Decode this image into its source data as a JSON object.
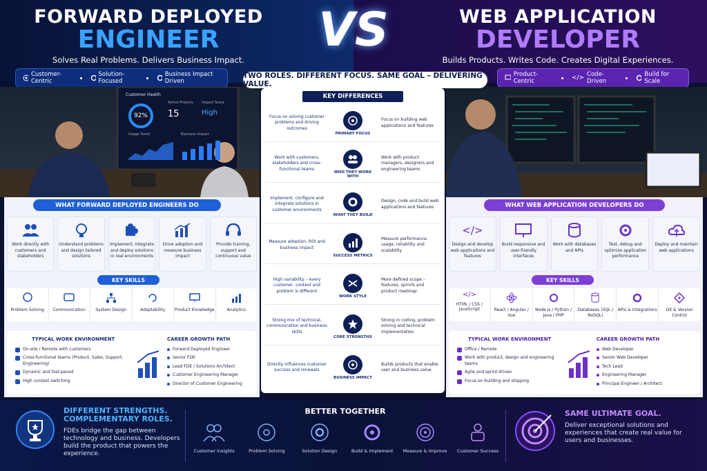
{
  "header": {
    "left_line1": "FORWARD DEPLOYED",
    "left_line2": "ENGINEER",
    "left_tagline": "Solves Real Problems. Delivers Business Impact.",
    "vs": "VS",
    "right_line1": "WEB APPLICATION",
    "right_line2": "DEVELOPER",
    "right_tagline": "Builds Products. Writes Code. Creates Digital Experiences."
  },
  "left_pills": [
    "Customer-Centric",
    "Solution-Focused",
    "Business Impact Driven"
  ],
  "right_pills": [
    "Product-Centric",
    "Code-Driven",
    "Build for Scale"
  ],
  "slogan": "TWO ROLES. DIFFERENT FOCUS. SAME GOAL – DELIVERING VALUE.",
  "dashboard": {
    "customer_health": "Customer Health",
    "health_value": "92%",
    "active_projects_label": "Active Projects",
    "active_projects_value": "15",
    "impact_score_label": "Impact Score",
    "impact_score_value": "High",
    "usage_trend": "Usage Trend",
    "business_impact": "Business Impact"
  },
  "fde": {
    "what_title": "WHAT FORWARD DEPLOYED ENGINEERS DO",
    "cards": [
      {
        "icon": "people-icon",
        "text": "Work directly with customers and stakeholders"
      },
      {
        "icon": "lightbulb-icon",
        "text": "Understand problems and design tailored solutions"
      },
      {
        "icon": "puzzle-icon",
        "text": "Implement, integrate and deploy solutions in real environments"
      },
      {
        "icon": "chart-up-icon",
        "text": "Drive adoption and measure business impact"
      },
      {
        "icon": "headset-icon",
        "text": "Provide training, support and continuous value"
      }
    ],
    "skills_title": "KEY SKILLS",
    "skills": [
      "Problem Solving",
      "Communication",
      "System Design",
      "Adaptability",
      "Product Knowledge",
      "Analytics"
    ],
    "env_title": "TYPICAL WORK ENVIRONMENT",
    "env": [
      "On-site / Remote with customers",
      "Cross-functional teams (Product, Sales, Support, Engineering)",
      "Dynamic and fast-paced",
      "High context switching"
    ],
    "career_title": "CAREER GROWTH PATH",
    "career": [
      "Forward Deployed Engineer",
      "Senior FDE",
      "Lead FDE / Solutions Architect",
      "Customer Engineering Manager",
      "Director of Customer Engineering"
    ]
  },
  "dev": {
    "what_title": "WHAT WEB APPLICATION DEVELOPERS DO",
    "cards": [
      {
        "icon": "code-icon",
        "text": "Design and develop web applications and features"
      },
      {
        "icon": "monitor-icon",
        "text": "Build responsive and user-friendly interfaces"
      },
      {
        "icon": "database-icon",
        "text": "Work with databases and APIs"
      },
      {
        "icon": "gear-icon",
        "text": "Test, debug and optimize application performance"
      },
      {
        "icon": "cloud-upload-icon",
        "text": "Deploy and maintain web applications"
      }
    ],
    "skills_title": "KEY SKILLS",
    "skills": [
      "HTML / CSS / JavaScript",
      "React / Angular / Vue",
      "Node.js / Python / Java / PHP",
      "Databases (SQL / NoSQL)",
      "APIs & Integrations",
      "Git & Version Control"
    ],
    "env_title": "TYPICAL WORK ENVIRONMENT",
    "env": [
      "Office / Remote",
      "Work with product, design and engineering teams",
      "Agile and sprint-driven",
      "Focus on building and shipping"
    ],
    "career_title": "CAREER GROWTH PATH",
    "career": [
      "Web Developer",
      "Senior Web Developer",
      "Tech Lead",
      "Engineering Manager",
      "Principal Engineer / Architect"
    ]
  },
  "key_differences": {
    "title": "KEY DIFFERENCES",
    "rows": [
      {
        "left": "Focus on solving customer problems and driving outcomes",
        "label": "PRIMARY FOCUS",
        "right": "Focus on building web applications and features"
      },
      {
        "left": "Work with customers, stakeholders and cross-functional teams",
        "label": "WHO THEY WORK WITH",
        "right": "Work with product managers, designers and engineering teams"
      },
      {
        "left": "Implement, configure and integrate solutions in customer environments",
        "label": "WHAT THEY BUILD",
        "right": "Design, code and build web applications and features"
      },
      {
        "left": "Measure adoption, ROI and business impact",
        "label": "SUCCESS METRICS",
        "right": "Measure performance, usage, reliability and scalability"
      },
      {
        "left": "High variability – every customer, context and problem is different",
        "label": "WORK STYLE",
        "right": "More defined scope – features, sprints and product roadmap"
      },
      {
        "left": "Strong mix of technical, communication and business skills",
        "label": "CORE STRENGTHS",
        "right": "Strong in coding, problem solving and technical implementation"
      },
      {
        "left": "Directly influences customer success and renewals",
        "label": "BUSINESS IMPACT",
        "right": "Builds products that enable user and business value"
      }
    ]
  },
  "footer": {
    "left_heading1": "DIFFERENT STRENGTHS.",
    "left_heading2": "COMPLEMENTARY ROLES.",
    "left_text": "FDEs bridge the gap between technology and business. Developers build the product that powers the experience.",
    "mid_heading": "BETTER TOGETHER",
    "mid_items": [
      "Customer Insights",
      "Problem Solving",
      "Solution Design",
      "Build & Implement",
      "Measure & Improve",
      "Customer Success"
    ],
    "right_heading": "SAME ULTIMATE GOAL.",
    "right_text": "Deliver exceptional solutions and experiences that create real value for users and businesses."
  },
  "colors": {
    "fde_accent": "#1f5fd8",
    "dev_accent": "#7b3fd6",
    "navy": "#0d1f56"
  }
}
